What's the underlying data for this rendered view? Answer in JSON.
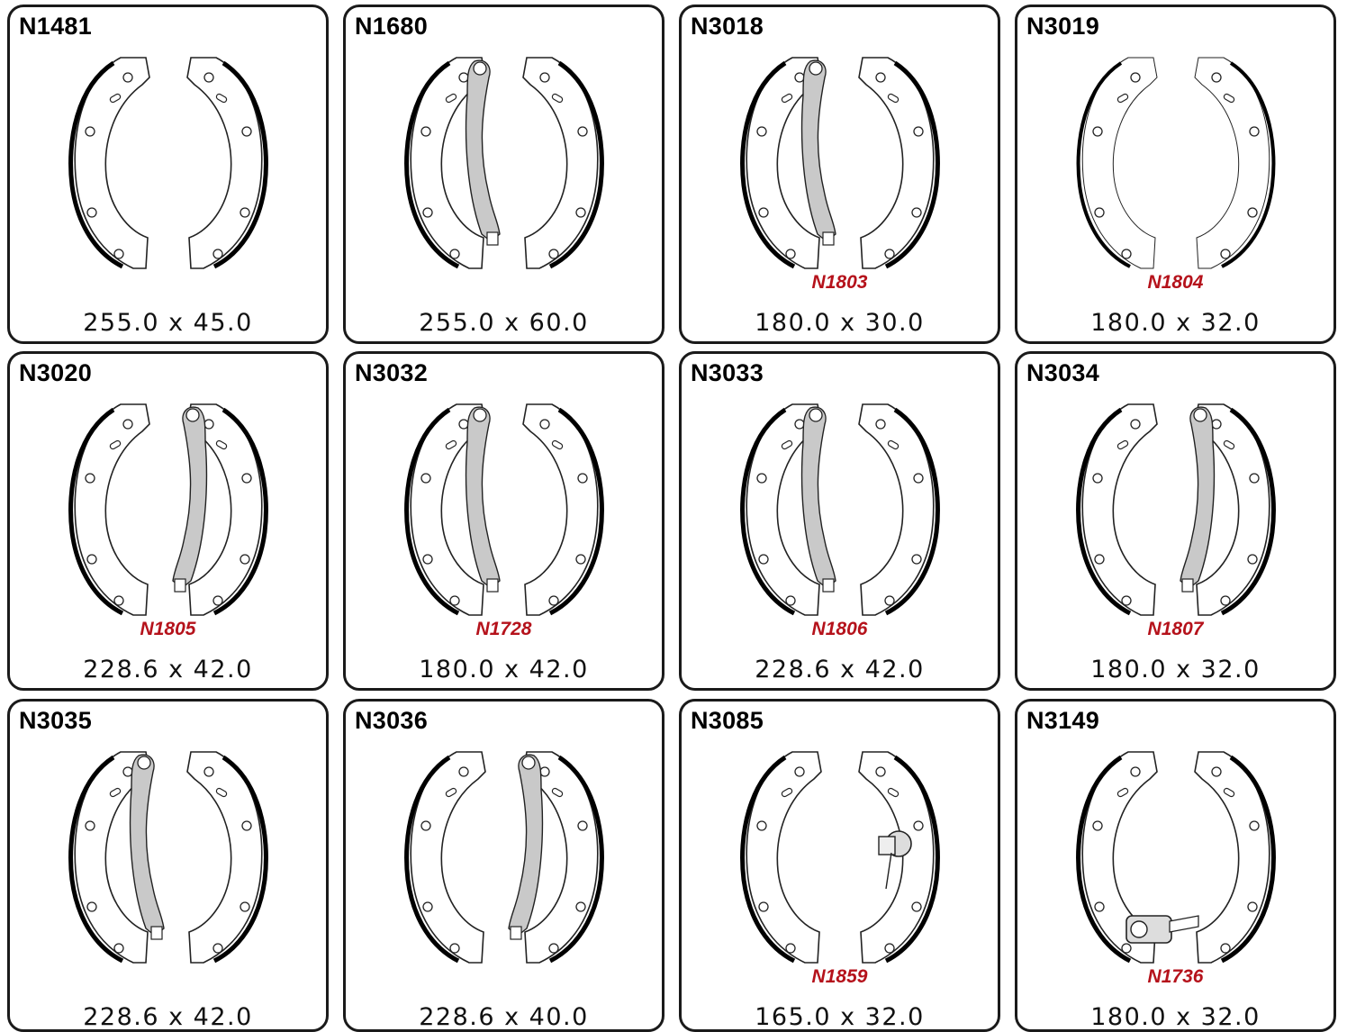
{
  "cards": [
    {
      "code": "N1481",
      "sub": "",
      "dims": "255.0 x 45.0",
      "variant": "plain"
    },
    {
      "code": "N1680",
      "sub": "",
      "dims": "255.0 x 60.0",
      "variant": "lever-left"
    },
    {
      "code": "N3018",
      "sub": "N1803",
      "dims": "180.0 x 30.0",
      "variant": "lever-left"
    },
    {
      "code": "N3019",
      "sub": "N1804",
      "dims": "180.0 x 32.0",
      "variant": "plain-thin"
    },
    {
      "code": "N3020",
      "sub": "N1805",
      "dims": "228.6 x 42.0",
      "variant": "lever-right"
    },
    {
      "code": "N3032",
      "sub": "N1728",
      "dims": "180.0 x 42.0",
      "variant": "lever-left"
    },
    {
      "code": "N3033",
      "sub": "N1806",
      "dims": "228.6 x 42.0",
      "variant": "lever-left"
    },
    {
      "code": "N3034",
      "sub": "N1807",
      "dims": "180.0 x 32.0",
      "variant": "lever-right"
    },
    {
      "code": "N3035",
      "sub": "",
      "dims": "228.6 x 42.0",
      "variant": "lever-left"
    },
    {
      "code": "N3036",
      "sub": "",
      "dims": "228.6 x 40.0",
      "variant": "lever-right"
    },
    {
      "code": "N3085",
      "sub": "N1859",
      "dims": "165.0 x 32.0",
      "variant": "adjuster"
    },
    {
      "code": "N3149",
      "sub": "N1736",
      "dims": "180.0 x 32.0",
      "variant": "adjuster-low"
    }
  ]
}
